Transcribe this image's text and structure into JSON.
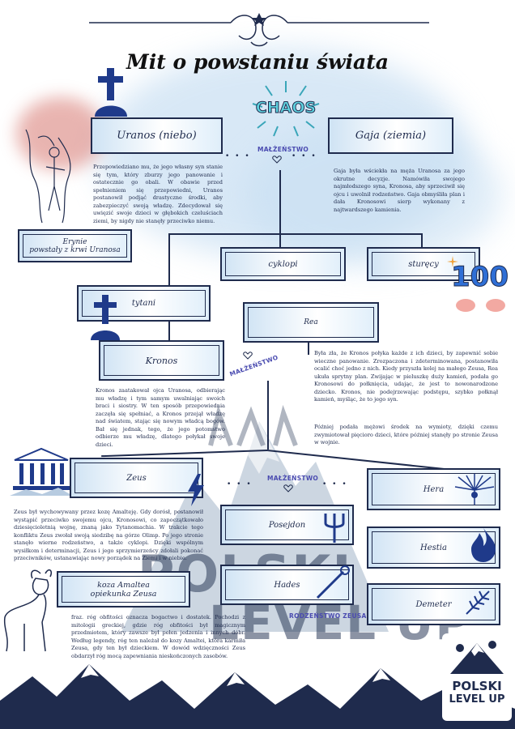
{
  "title": "Mit o powstaniu świata",
  "chaos": "CHAOS",
  "tags": {
    "marriage_top": "MAŁŻEŃSTWO",
    "marriage_mid": "MAŁŻEŃSTWO",
    "marriage_low": "MAŁŻEŃSTWO",
    "siblings": "RODZEŃSTWO ZEUSA"
  },
  "boxes": {
    "uranos": "Uranos (niebo)",
    "gaja": "Gaja (ziemia)",
    "erynie_1": "Erynie",
    "erynie_2": "powstały z krwi Uranosa",
    "cyklopi": "cyklopi",
    "sturecy": "sturęcy",
    "tytani": "tytani",
    "rea": "Rea",
    "kronos": "Kronos",
    "zeus": "Zeus",
    "hera": "Hera",
    "posejdon": "Posejdon",
    "hestia": "Hestia",
    "hades": "Hades",
    "demeter": "Demeter",
    "koza_1": "koza Amaltea",
    "koza_2": "opiekunka Zeusa"
  },
  "texts": {
    "uranos": "Przepowiedziano mu, że jego własny syn stanie się tym, który zburzy jego panowanie i ostatecznie go obali. W obawie przed spełnieniem się przepowiedni, Uranos postanowił podjąć drastyczne środki, aby zabezpieczyć swoją władzę. Zdecydował się uwięzić swoje dzieci w głębokich czeluściach ziemi, by nigdy nie stanęły przeciwko niemu.",
    "gaja": "Gaja była wściekła na męża Uranosa za jego okrutne decyzje. Namówiła swojego najmłodszego syna, Kronosa, aby sprzeciwił się ojcu i uwolnił rodzeństwo. Gaja obmyśliła plan i dała Kronosowi sierp wykonany z najtwardszego kamienia.",
    "rea_1": "Była zła, że Kronos połyka każde z ich dzieci, by zapewnić sobie wieczne panowanie. Zrozpaczona i zdeterminowana, postanowiła ocalić choć jedno z nich. Kiedy przyszła kolej na małego Zeusa, Rea ukuła sprytny plan. Zwijając w pieluszkę duży kamień, podała go Kronosowi do połknięcia, udając, że jest to nowonarodzone dziecko. Kronos, nie podejrzewając podstępu, szybko połknął kamień, myśląc, że to jego syn.",
    "rea_2": "Później podała mężowi środek na wymioty, dzięki czemu zwymiotował pięcioro dzieci, które później stanęły po stronie Zeusa w wojnie.",
    "kronos": "Kronos zaatakował ojca Uranosa, odbierając mu władzę i tym samym uwalniając swoich braci i siostry. W ten sposób przepowiednia zaczęła się spełniać, a Kronos przejął władzę nad światem, stając się nowym władcą bogów. Bał się jednak, tego, że jego potomstwo odbierze mu władzę, dlatego połykał swoje dzieci.",
    "zeus": "Zeus był wychowywany przez kozę Amalteję. Gdy dorósł, postanowił wystąpić przeciwko swojemu ojcu, Kronosowi, co zapoczątkowało dziesięcioletnią wojnę, znaną jako Tytanomachia. W trakcie tego konfliktu Zeus zwołał swoją siedzibę na górze Olimp. Po jego stronie stanęło wierne rodzeństwo, a także cyklopi. Dzięki wspólnym wysiłkom i determinacji, Zeus i jego sprzymierzeńcy zdołali pokonać przeciwników, ustanawiając nowy porządek na Ziemi i w niebie.",
    "koza": "fraz. róg obfitości oznacza bogactwo i dostatek. Pochodzi z mitologii greckiej, gdzie róg obfitości był magicznym przedmiotem, który zawsze był pełen jedzenia i innych dóbr. Według legendy, róg ten należał do kozy Amaltei, która karmiła Zeusa, gdy ten był dzieckiem. W dowód wdzięczności Zeus obdarzył róg mocą zapewniania nieskończonych zasobów."
  },
  "badge": "100",
  "logo": {
    "line1": "POLSKI",
    "line2": "LEVEL UP"
  },
  "watermark": {
    "line1": "POLSKI",
    "line2": "LEVEL UP"
  },
  "colors": {
    "ink": "#1f2b4d",
    "accent": "#4a4bb0",
    "box_fill": "#cfe3f4",
    "blood": "#b3372e",
    "badge": "#2f6fd6"
  }
}
